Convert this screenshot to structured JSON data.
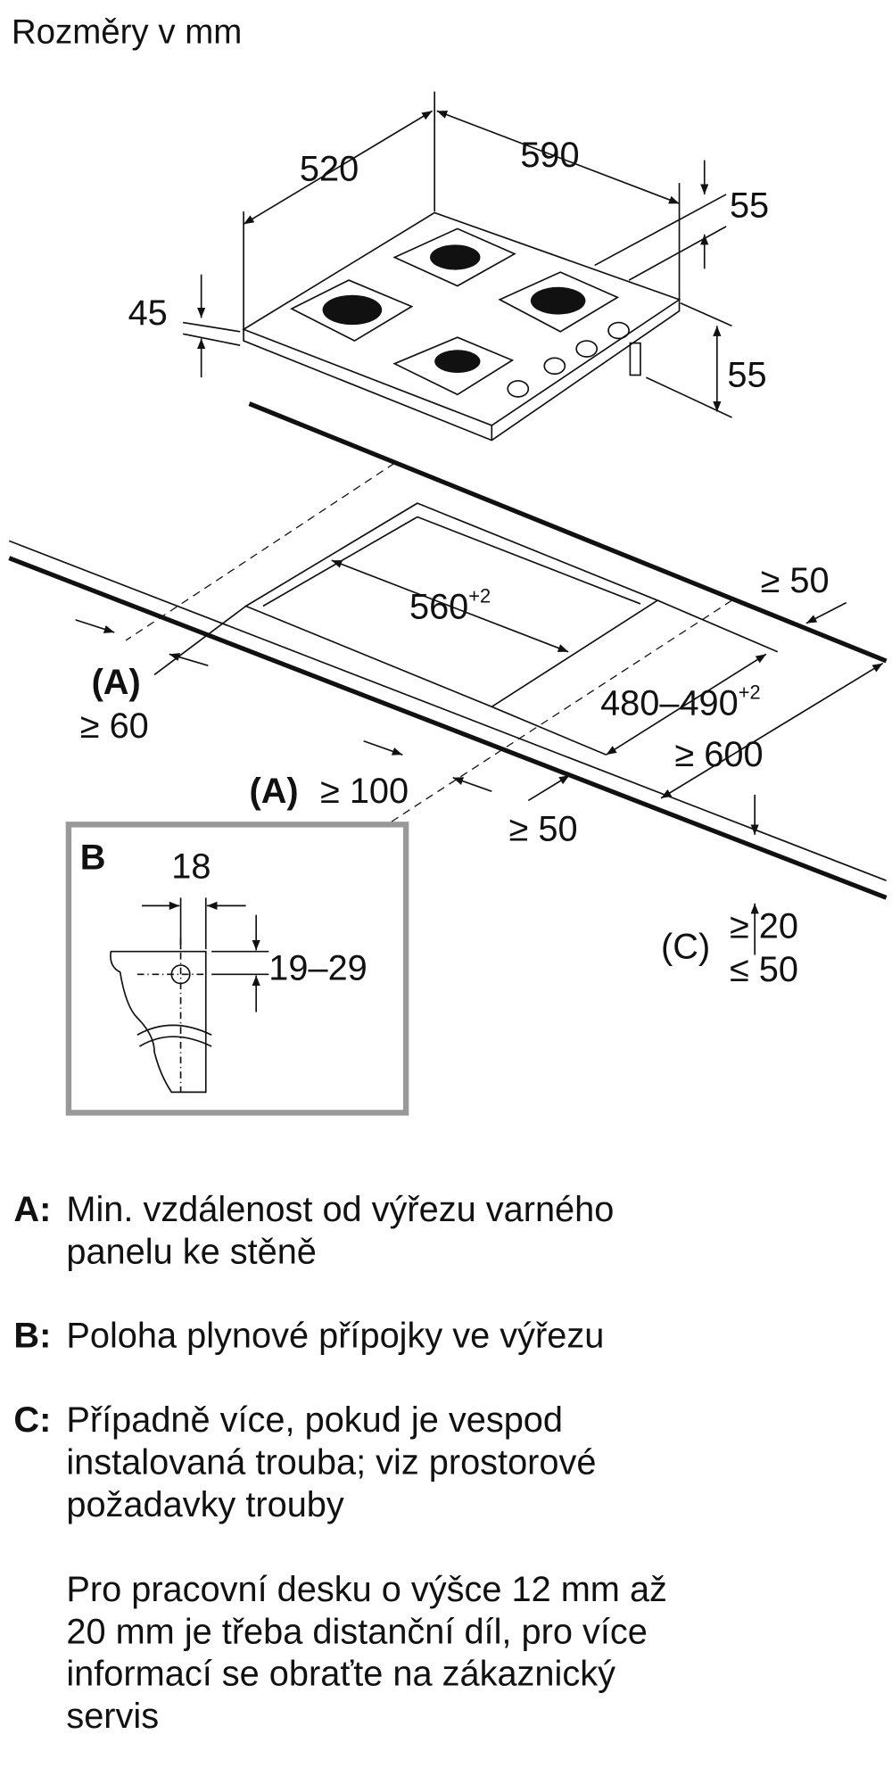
{
  "title": "Rozměry v mm",
  "dimensions": {
    "depth": "520",
    "width": "590",
    "top_right_55": "55",
    "height_45": "45",
    "right_55": "55",
    "cutout_width": "560",
    "cutout_width_tol": "+2",
    "cutout_depth": "480–490",
    "cutout_depth_tol": "+2",
    "back_min": "≥ 50",
    "side_A": "(A)",
    "side_A_value": "≥ 60",
    "front_A": "(A)",
    "front_A_value": "≥ 100",
    "front_min": "≥ 50",
    "counter_depth": "≥ 600",
    "thickness_label": "(C)",
    "thickness_min": "≥ 20",
    "thickness_max": "≤ 50"
  },
  "detail_b": {
    "label": "B",
    "width": "18",
    "offset": "19–29"
  },
  "legend": [
    {
      "key": "A:",
      "lines": [
        "Min. vzdálenost od výřezu varného",
        "panelu ke stěně"
      ]
    },
    {
      "key": "B:",
      "lines": [
        "Poloha plynové přípojky ve výřezu"
      ]
    },
    {
      "key": "C:",
      "lines": [
        "Případně více, pokud je vespod",
        "instalovaná trouba; viz prostorové",
        "požadavky trouby"
      ]
    }
  ],
  "note": [
    "Pro pracovní desku o výšce 12 mm až",
    "20 mm je třeba distanční díl, pro více",
    "informací se obraťte na zákaznický",
    "servis"
  ]
}
